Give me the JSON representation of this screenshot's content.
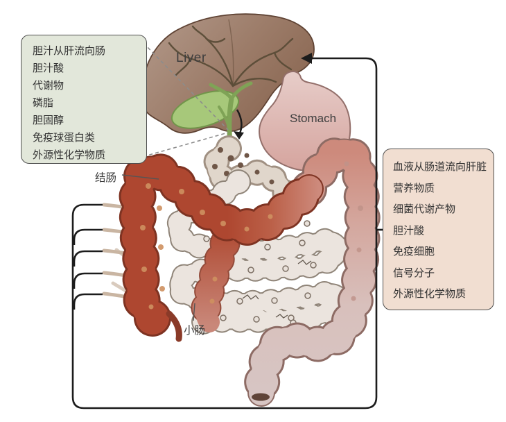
{
  "figure": {
    "title": "gut-liver-axis-anatomy-diagram",
    "labels": {
      "liver": "Liver",
      "stomach": "Stomach",
      "colon": "结肠",
      "small_intestine": "小肠"
    },
    "bile_box": {
      "lines": [
        "胆汁从肝流向肠",
        "胆汁酸",
        "代谢物",
        "磷脂",
        "胆固醇",
        "免疫球蛋白类",
        "外源性化学物质"
      ]
    },
    "blood_box": {
      "lines": [
        "血液从肠道流向肝脏",
        "营养物质",
        "细菌代谢产物",
        "胆汁酸",
        "免疫细胞",
        "信号分子",
        "外源性化学物质"
      ]
    },
    "colors": {
      "bile_box_bg": "#e2e7da",
      "blood_box_bg": "#f1ded1",
      "box_border": "#4f4f4f",
      "liver_brown": "#9d7d6a",
      "gallbladder_green": "#a7c87a",
      "bile_duct_green": "#7fa356",
      "stomach_pink": "#d9aba4",
      "colon_red": "#ae4730",
      "colon_faded_pink": "#d8c0bc",
      "small_intestine_beige": "#e9e1da",
      "vessel_beige": "#c9b5a2",
      "flow_line_black": "#1c1c1c",
      "text_dark": "#333333"
    }
  }
}
